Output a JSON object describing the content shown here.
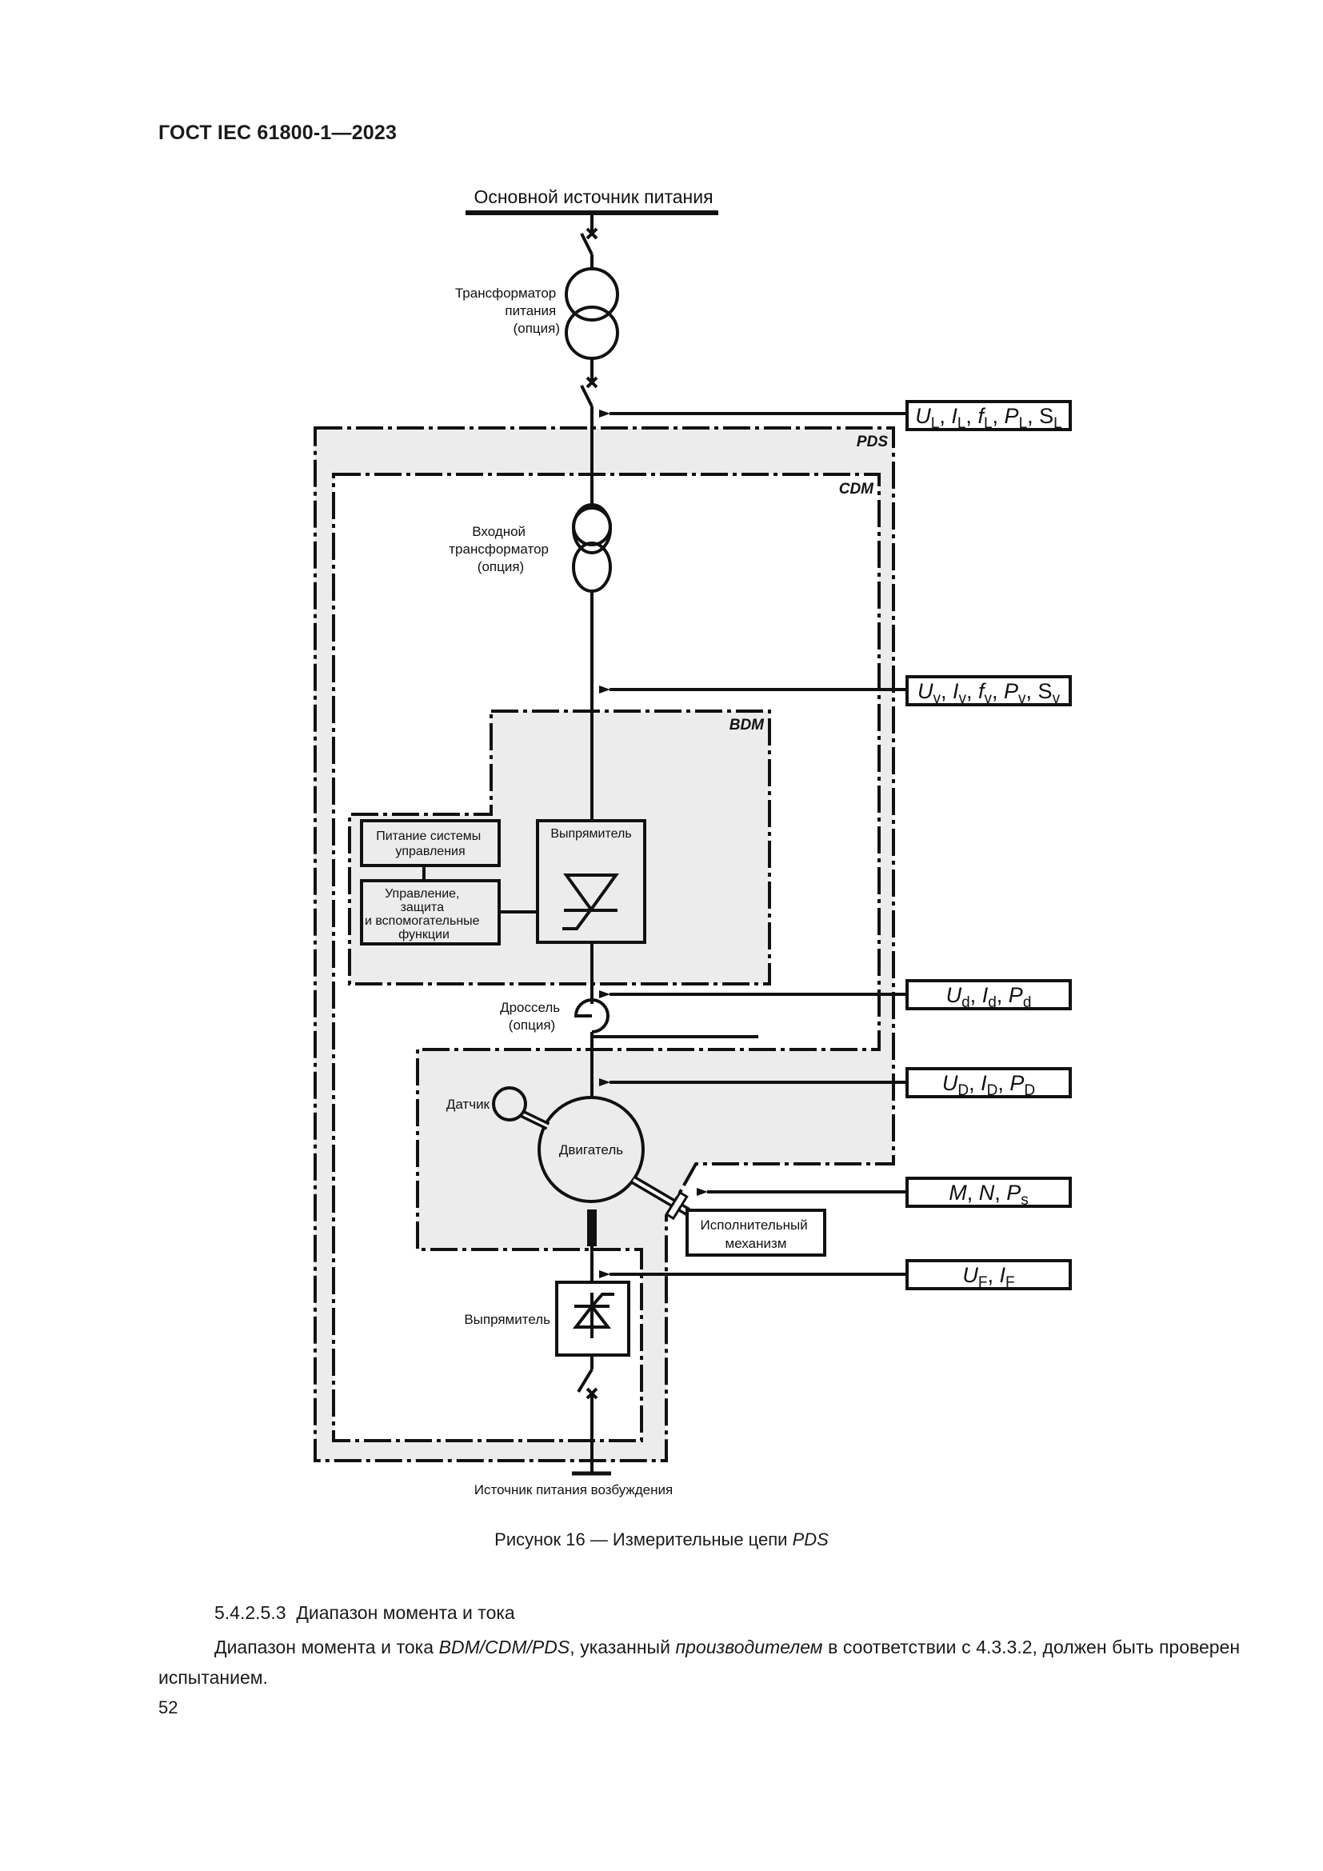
{
  "header": {
    "standard": "ГОСТ IEC 61800-1—2023"
  },
  "diagram": {
    "main_supply": "Основной источник питания",
    "supply_transformer": [
      "Трансформатор",
      "питания",
      "(опция)"
    ],
    "input_transformer": [
      "Входной",
      "трансформатор",
      "(опция)"
    ],
    "zones": {
      "pds": "PDS",
      "cdm": "CDM",
      "bdm": "BDM"
    },
    "control_power": [
      "Питание системы",
      "управления"
    ],
    "control_block": [
      "Управление,",
      "защита",
      "и вспомогательные",
      "функции"
    ],
    "rectifier_main": "Выпрямитель",
    "choke": [
      "Дроссель",
      "(опция)"
    ],
    "sensor": "Датчик",
    "motor": "Двигатель",
    "actuator": [
      "Исполнительный",
      "механизм"
    ],
    "rectifier_field": "Выпрямитель",
    "field_supply": "Источник питания возбуждения",
    "measurements": [
      {
        "id": "line",
        "terms": [
          [
            "U",
            "L",
            true
          ],
          [
            "I",
            "L",
            true
          ],
          [
            "f",
            "L",
            true
          ],
          [
            "P",
            "L",
            true
          ],
          [
            "S",
            "L",
            false
          ]
        ]
      },
      {
        "id": "converter-input",
        "terms": [
          [
            "U",
            "v",
            true
          ],
          [
            "I",
            "v",
            true
          ],
          [
            "f",
            "v",
            true
          ],
          [
            "P",
            "v",
            true
          ],
          [
            "S",
            "v",
            false
          ]
        ]
      },
      {
        "id": "dc-link",
        "terms": [
          [
            "U",
            "d",
            true
          ],
          [
            "I",
            "d",
            true
          ],
          [
            "P",
            "d",
            true
          ]
        ]
      },
      {
        "id": "motor",
        "terms": [
          [
            "U",
            "D",
            true
          ],
          [
            "I",
            "D",
            true
          ],
          [
            "P",
            "D",
            true
          ]
        ]
      },
      {
        "id": "shaft",
        "terms": [
          [
            "M",
            "",
            true
          ],
          [
            "N",
            "",
            true
          ],
          [
            "P",
            "s",
            true
          ]
        ]
      },
      {
        "id": "field",
        "terms": [
          [
            "U",
            "F",
            true
          ],
          [
            "I",
            "F",
            true
          ]
        ]
      }
    ]
  },
  "caption": {
    "prefix": "Рисунок 16 — Измерительные цепи ",
    "italic": "PDS"
  },
  "section": {
    "number": "5.4.2.5.3",
    "title": "Диапазон момента и тока"
  },
  "paragraph": {
    "part1": "Диапазон момента и тока ",
    "italic1": "BDM/CDM/PDS",
    "part2": ", указанный ",
    "italic2": "производителем",
    "part3": " в соответствии с 4.3.3.2, должен быть проверен испытанием."
  },
  "page_number": "52",
  "colors": {
    "zone_fill": "#ececec",
    "ink": "#111111"
  }
}
